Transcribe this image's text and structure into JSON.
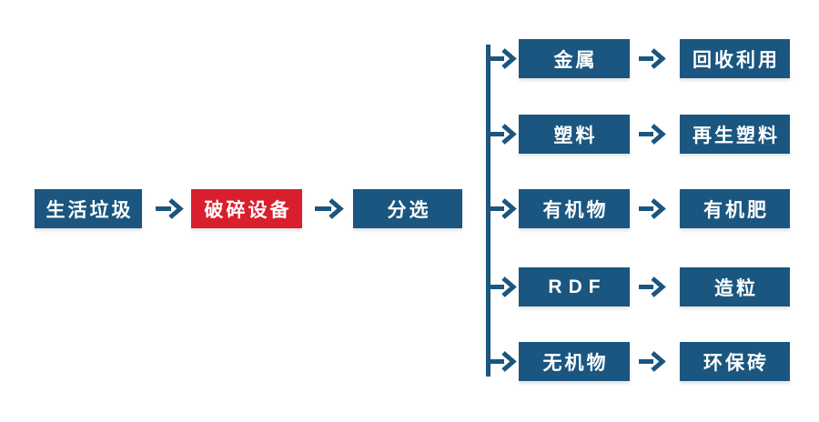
{
  "diagram": {
    "type": "flowchart",
    "description": "Municipal solid waste processing flow",
    "colors": {
      "node_blue": "#1a567f",
      "node_red": "#d91f2e",
      "connector_blue": "#1a567f",
      "text": "#ffffff",
      "background": "#ffffff"
    },
    "icons": {
      "arrow_right": "→"
    },
    "main_chain": [
      {
        "label": "生活垃圾",
        "style": "blue"
      },
      {
        "label": "破碎设备",
        "style": "red"
      },
      {
        "label": "分选",
        "style": "blue"
      }
    ],
    "branches": [
      {
        "source": "金属",
        "target": "回收利用"
      },
      {
        "source": "塑料",
        "target": "再生塑料"
      },
      {
        "source": "有机物",
        "target": "有机肥"
      },
      {
        "source": "RDF",
        "target": "造粒"
      },
      {
        "source": "无机物",
        "target": "环保砖"
      }
    ]
  }
}
